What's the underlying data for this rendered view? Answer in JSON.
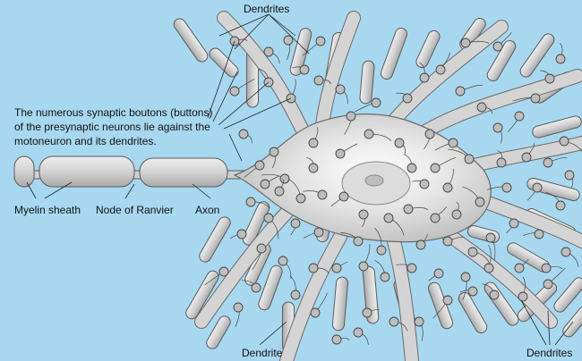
{
  "diagram": {
    "background": "#a8d8f0",
    "cell_fill": "#d6d6d6",
    "cell_outline": "#5a5a5a",
    "description_lines": [
      "The numerous synaptic boutons (buttons)",
      "of the presynaptic neurons lie against the",
      "motoneuron and its dendrites."
    ],
    "labels": {
      "dendrites_top": "Dendrites",
      "myelin_sheath": "Myelin sheath",
      "node_of_ranvier": "Node of Ranvier",
      "axon": "Axon",
      "dendrite_bottom": "Dendrite",
      "dendrites_bottom_right": "Dendrites"
    }
  }
}
